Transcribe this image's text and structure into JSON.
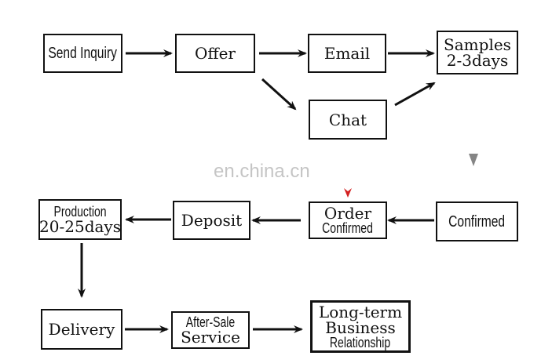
{
  "nodes": {
    "send_inquiry": "Send Inquiry",
    "offer": "Offer",
    "email": "Email",
    "samples": [
      "Samples",
      "2-3days"
    ],
    "chat": "Chat",
    "confirmed": "Confirmed",
    "order_confirmed": [
      "Order",
      "Confirmed"
    ],
    "deposit": "Deposit",
    "production": [
      "Production",
      "20-25days"
    ],
    "delivery": "Delivery",
    "after_sale": [
      "After-Sale",
      "Service"
    ],
    "long_term": [
      "Long-term",
      "Business",
      "Relationship"
    ]
  },
  "watermark": "en.china.cn",
  "colors": {
    "stroke": "#111111",
    "highlight_arrow": "#d32020",
    "watermark": "#9a9a9a"
  }
}
